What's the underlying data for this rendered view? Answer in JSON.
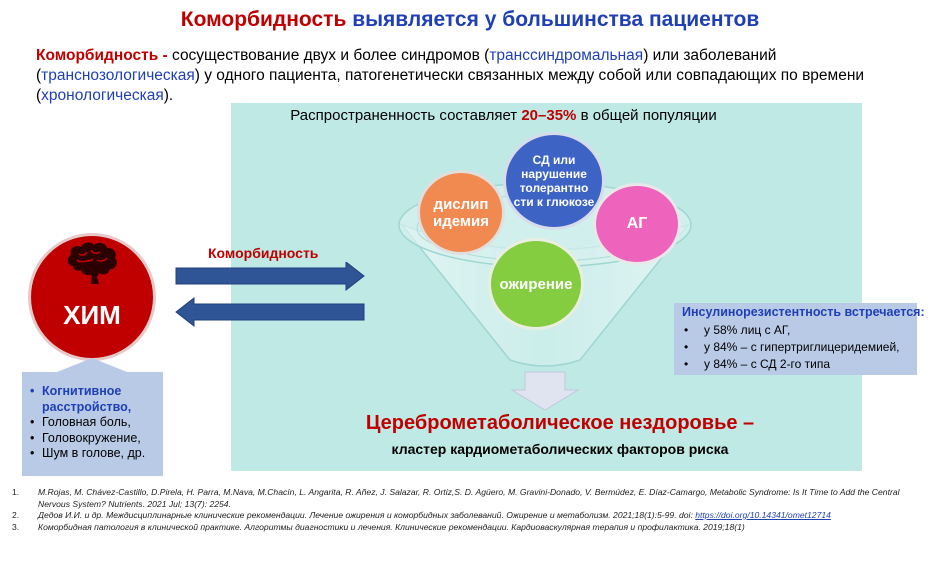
{
  "title": {
    "part1": "Коморбидность",
    "part2": "выявляется у большинства пациентов"
  },
  "definition": {
    "term": "Коморбидность -",
    "text1": "сосуществование двух и более синдромов (",
    "term_trans": "транссиндромальная",
    "text2": ") или заболеваний (",
    "term_nozo": "транснозологическая",
    "text3": ") у одного пациента, патогенетически связанных между собой или совпадающих  по времени (",
    "term_chrono": "хронологическая",
    "text4": ")."
  },
  "prevalence": {
    "before": "Распространенность составляет",
    "value": "20–35%",
    "after": "в общей популяции"
  },
  "circles": {
    "dyslip": "дислип идемия",
    "diabetes": "СД или нарушение толерантно сти к глюкозе",
    "ag": "АГ",
    "obesity": "ожирение"
  },
  "him": {
    "label": "ХИМ",
    "icon": "brain-icon"
  },
  "symptoms": {
    "items": [
      "Когнитивное расстройство,",
      "Головная боль,",
      "Головокружение,",
      "Шум в голове, др."
    ]
  },
  "comorbidity_label": "Коморбидность",
  "insulin": {
    "title": "Инсулинорезистентность встречается:",
    "items": [
      "у 58% лиц с АГ,",
      "у 84% – с гипертриглицеридемией,",
      "у 84% – с СД 2-го типа"
    ]
  },
  "result": {
    "heading": "Цереброметаболическое нездоровье –",
    "subheading": "кластер кардиометаболических факторов риска"
  },
  "references": [
    {
      "num": "1.",
      "text": "M.Rojas, M. Chávez-Castillo, D.Pirela, H. Parra, M.Nava, M.Chacín, L. Angarita, R. Añez, J. Salazar, R. Ortiz,S. D. Agüero, M. Gravini-Donado, V. Bermúdez, E. Díaz-Camargo, Metabolic Syndrome: Is It Time to Add the Central Nervous System? Nutrients. 2021 Jul; 13(7): 2254."
    },
    {
      "num": "2.",
      "text": "Дедов И.И. и др. Междисциплинарные клинические рекомендации. Лечение ожирения и коморбидных заболеваний. Ожирение и  метаболизм. 2021;18(1):5-99. doi:",
      "link": "https://doi.org/10.14341/omet12714"
    },
    {
      "num": "3.",
      "text": "Коморбидная патология в клинической практике. Алгоритмы диагностики и лечения. Клинические рекомендации. Кардиоваскулярная терапия и профилактика. 2019;18(1)"
    }
  ],
  "colors": {
    "accent_red": "#c00000",
    "accent_blue": "#1f3fb5",
    "panel_bg": "#bfe9e5",
    "box_bg": "#b9cae6"
  }
}
